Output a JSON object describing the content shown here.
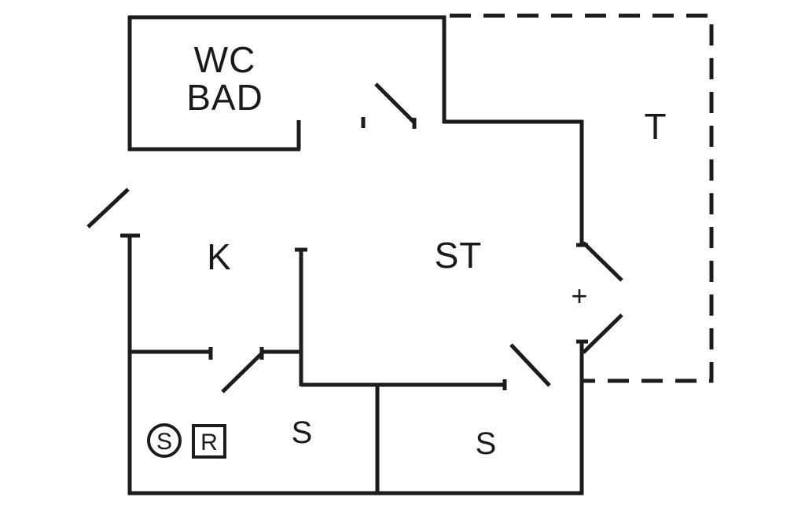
{
  "page": {
    "background": "#ffffff",
    "line_color": "#1c1c1c"
  },
  "rooms": {
    "wc_bad_line1": "WC",
    "wc_bad_line2": "BAD",
    "terrace": "T",
    "kitchen": "K",
    "living_room": "ST",
    "bedroom_left": "S",
    "bedroom_right": "S"
  },
  "symbols": {
    "circle_s": "S",
    "box_r": "R",
    "double_door_plus": "+"
  }
}
